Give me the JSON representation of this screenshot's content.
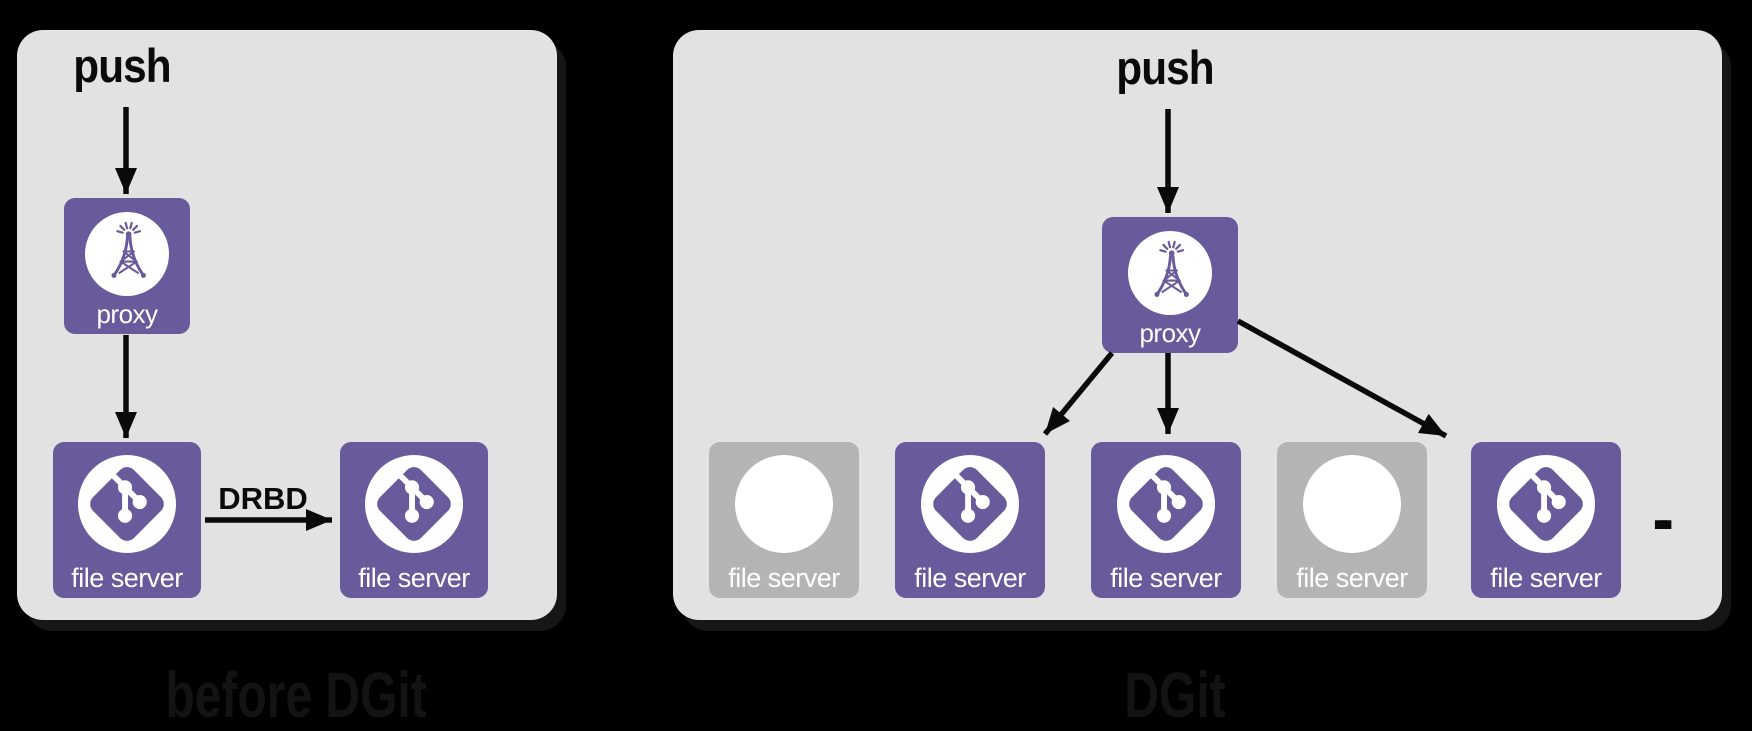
{
  "colors": {
    "page_bg": "#000000",
    "panel_bg": "#e2e2e2",
    "node_purple": "#685a9b",
    "node_gray": "#b4b4b4",
    "ink": "#0a0a0a",
    "caption_dim": "#131313",
    "label_white": "#ffffff"
  },
  "left_panel": {
    "caption": "before DGit",
    "push_label": "push",
    "proxy_label": "proxy",
    "link_label": "DRBD",
    "servers": [
      {
        "label": "file server",
        "type": "git"
      },
      {
        "label": "file server",
        "type": "git"
      }
    ]
  },
  "right_panel": {
    "caption": "DGit",
    "push_label": "push",
    "proxy_label": "proxy",
    "ellipsis": "...",
    "servers": [
      {
        "label": "file server",
        "type": "standby"
      },
      {
        "label": "file server",
        "type": "git"
      },
      {
        "label": "file server",
        "type": "git"
      },
      {
        "label": "file server",
        "type": "standby"
      },
      {
        "label": "file server",
        "type": "git"
      }
    ]
  }
}
